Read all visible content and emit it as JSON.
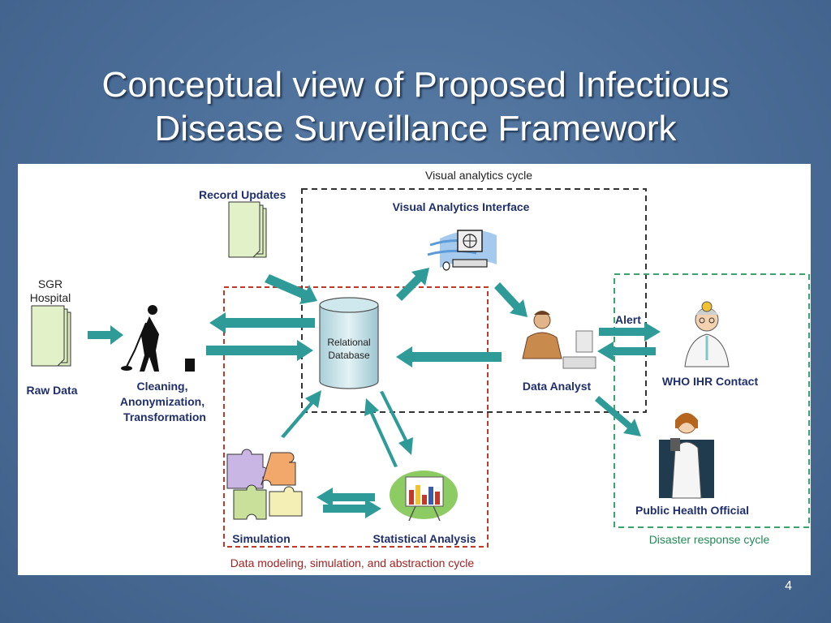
{
  "slide": {
    "title_line1": "Conceptual view of Proposed Infectious",
    "title_line2": "Disease Surveillance Framework",
    "page_number": "4"
  },
  "diagram": {
    "cycles": {
      "visual": "Visual analytics cycle",
      "modeling": "Data modeling, simulation, and abstraction cycle",
      "disaster": "Disaster response cycle"
    },
    "nodes": {
      "record_updates": "Record Updates",
      "sgr_hospital_1": "SGR",
      "sgr_hospital_2": "Hospital",
      "raw_data": "Raw Data",
      "cleaning_1": "Cleaning,",
      "cleaning_2": "Anonymization,",
      "cleaning_3": "Transformation",
      "database_1": "Relational",
      "database_2": "Database",
      "visual_interface": "Visual Analytics Interface",
      "data_analyst": "Data Analyst",
      "alert": "Alert",
      "who_contact": "WHO IHR Contact",
      "public_health": "Public Health Official",
      "simulation": "Simulation",
      "statistical": "Statistical Analysis"
    },
    "colors": {
      "arrow": "#2f9b98",
      "visual_cycle": "#333333",
      "modeling_cycle": "#c0392b",
      "disaster_cycle": "#3aa56a"
    }
  }
}
